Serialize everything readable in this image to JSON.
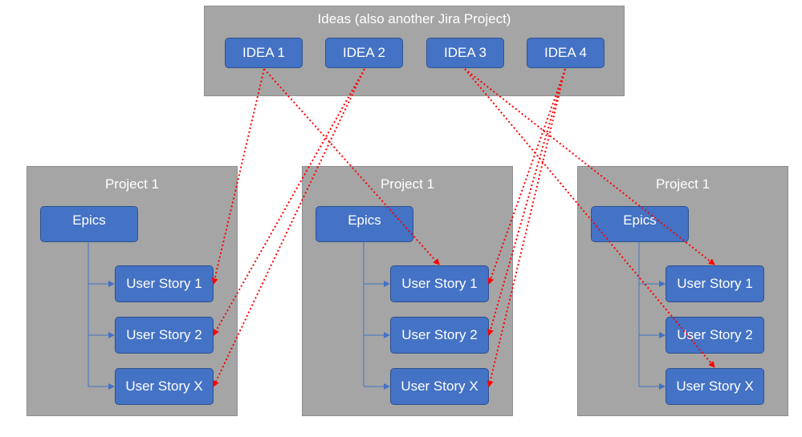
{
  "ideas_project": {
    "title": "Ideas (also another Jira Project)",
    "ideas": [
      "IDEA 1",
      "IDEA 2",
      "IDEA 3",
      "IDEA 4"
    ]
  },
  "projects": [
    {
      "title": "Project 1",
      "epics_label": "Epics",
      "stories": [
        "User Story 1",
        "User Story 2",
        "User Story X"
      ]
    },
    {
      "title": "Project 1",
      "epics_label": "Epics",
      "stories": [
        "User Story 1",
        "User Story 2",
        "User Story X"
      ]
    },
    {
      "title": "Project 1",
      "epics_label": "Epics",
      "stories": [
        "User Story 1",
        "User Story 2",
        "User Story X"
      ]
    }
  ],
  "links": [
    {
      "idea": 0,
      "project": 0,
      "story": 0
    },
    {
      "idea": 0,
      "project": 1,
      "story": 0
    },
    {
      "idea": 1,
      "project": 0,
      "story": 1
    },
    {
      "idea": 1,
      "project": 0,
      "story": 2
    },
    {
      "idea": 2,
      "project": 2,
      "story": 0
    },
    {
      "idea": 2,
      "project": 2,
      "story": 2
    },
    {
      "idea": 3,
      "project": 1,
      "story": 0
    },
    {
      "idea": 3,
      "project": 1,
      "story": 1
    },
    {
      "idea": 3,
      "project": 1,
      "story": 2
    }
  ],
  "colors": {
    "container_fill": "#a5a5a5",
    "box_fill": "#4472c4",
    "box_border": "#2f528f",
    "tree_line": "#4472c4",
    "link_line": "#ff0000",
    "text": "#ffffff"
  }
}
